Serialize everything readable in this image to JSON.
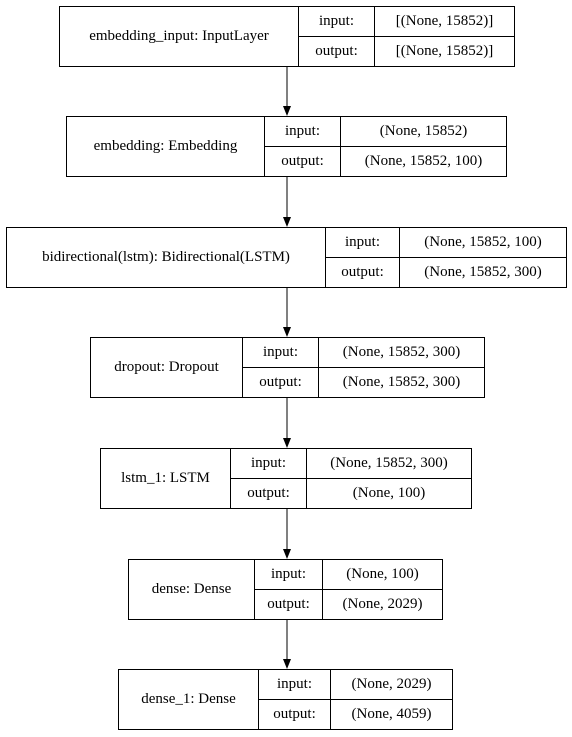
{
  "layers": [
    {
      "name": "embedding_input: InputLayer",
      "input_label": "input:",
      "input_shape": "[(None, 15852)]",
      "output_label": "output:",
      "output_shape": "[(None, 15852)]"
    },
    {
      "name": "embedding: Embedding",
      "input_label": "input:",
      "input_shape": "(None, 15852)",
      "output_label": "output:",
      "output_shape": "(None, 15852, 100)"
    },
    {
      "name": "bidirectional(lstm): Bidirectional(LSTM)",
      "input_label": "input:",
      "input_shape": "(None, 15852, 100)",
      "output_label": "output:",
      "output_shape": "(None, 15852, 300)"
    },
    {
      "name": "dropout: Dropout",
      "input_label": "input:",
      "input_shape": "(None, 15852, 300)",
      "output_label": "output:",
      "output_shape": "(None, 15852, 300)"
    },
    {
      "name": "lstm_1: LSTM",
      "input_label": "input:",
      "input_shape": "(None, 15852, 300)",
      "output_label": "output:",
      "output_shape": "(None, 100)"
    },
    {
      "name": "dense: Dense",
      "input_label": "input:",
      "input_shape": "(None, 100)",
      "output_label": "output:",
      "output_shape": "(None, 2029)"
    },
    {
      "name": "dense_1: Dense",
      "input_label": "input:",
      "input_shape": "(None, 2029)",
      "output_label": "output:",
      "output_shape": "(None, 4059)"
    }
  ],
  "edges": [
    {
      "from": 0,
      "to": 1
    },
    {
      "from": 1,
      "to": 2
    },
    {
      "from": 2,
      "to": 3
    },
    {
      "from": 3,
      "to": 4
    },
    {
      "from": 4,
      "to": 5
    },
    {
      "from": 5,
      "to": 6
    }
  ]
}
